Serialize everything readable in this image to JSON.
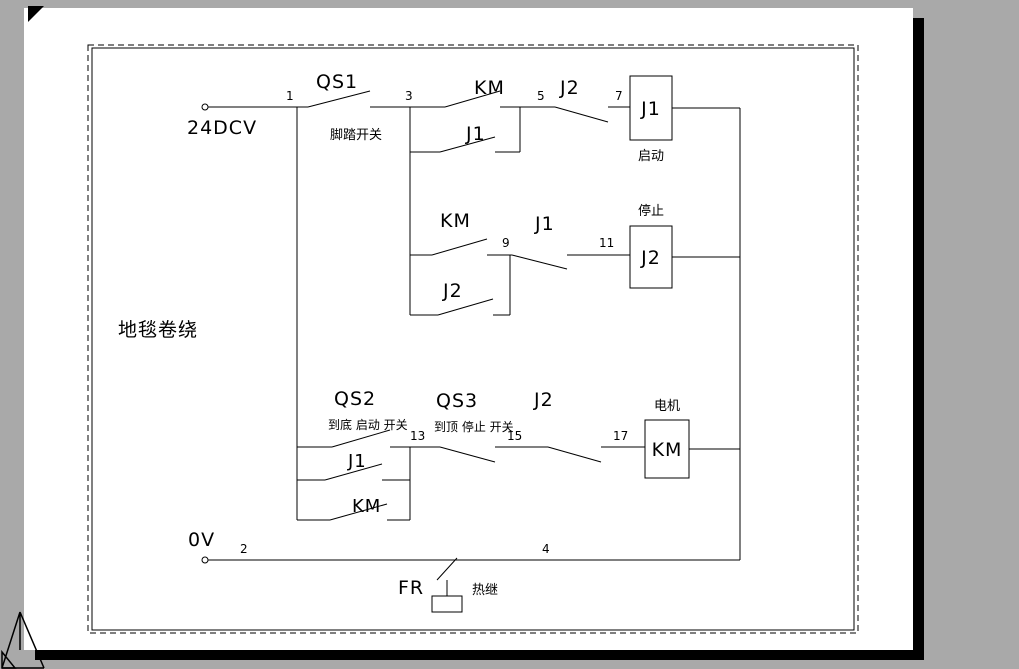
{
  "drawing": {
    "title": "地毯卷绕",
    "terminals": {
      "positive": "24DCV",
      "negative": "0V"
    },
    "nodes": {
      "n1": "1",
      "n2": "2",
      "n3": "3",
      "n4": "4",
      "n5": "5",
      "n7": "7",
      "n9": "9",
      "n11": "11",
      "n13": "13",
      "n15": "15",
      "n17": "17"
    },
    "components": {
      "qs1": {
        "label": "QS1",
        "desc": "脚踏开关"
      },
      "km_contact_top": {
        "label": "KM"
      },
      "j2_contact_top": {
        "label": "J2"
      },
      "j1_coil": {
        "label": "J1",
        "desc": "启动"
      },
      "j1_contact_par": {
        "label": "J1"
      },
      "km_contact_r2": {
        "label": "KM"
      },
      "j1_contact_r2": {
        "label": "J1"
      },
      "j2_coil": {
        "label": "J2",
        "desc": "停止"
      },
      "j2_contact_par": {
        "label": "J2"
      },
      "qs2": {
        "label": "QS2",
        "desc": "到底 启动 开关"
      },
      "qs3": {
        "label": "QS3",
        "desc": "到顶 停止 开关"
      },
      "j2_contact_r3": {
        "label": "J2"
      },
      "km_coil": {
        "label": "KM",
        "desc": "电机"
      },
      "j1_contact_r3b": {
        "label": "J1"
      },
      "km_contact_r3b": {
        "label": "KM"
      },
      "fr": {
        "label": "FR",
        "desc": "热继"
      }
    }
  }
}
